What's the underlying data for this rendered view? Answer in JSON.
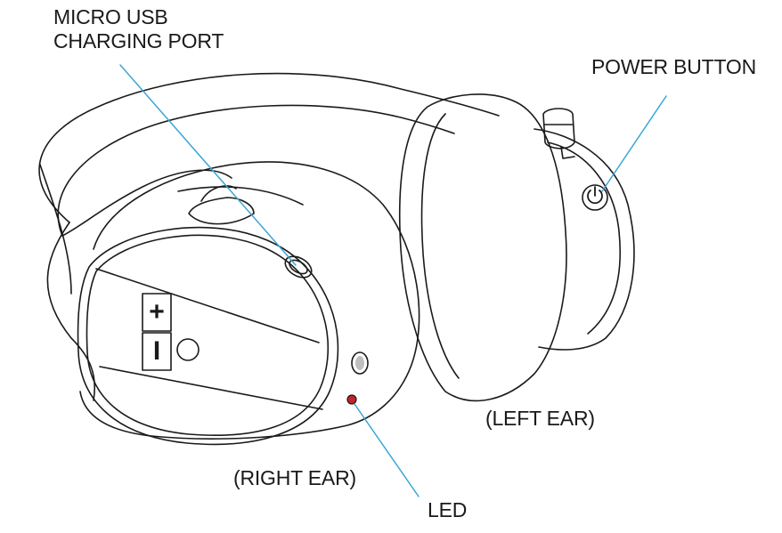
{
  "labels": {
    "usb_line1": "MICRO USB",
    "usb_line2": "CHARGING PORT",
    "power": "POWER BUTTON",
    "left_ear": "(LEFT EAR)",
    "right_ear": "(RIGHT EAR)",
    "led": "LED"
  },
  "controls": {
    "volume_up": "+",
    "volume_down": "I"
  },
  "colors": {
    "outline": "#1a1a1a",
    "leader_line": "#3aa6d6",
    "led": "#c0242b",
    "button_fill": "#bfbfbf"
  },
  "icons": [
    "power-icon"
  ]
}
